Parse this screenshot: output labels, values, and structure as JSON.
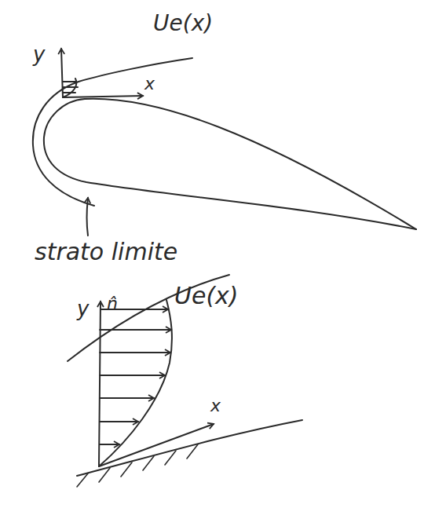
{
  "diagram": {
    "labels": [
      "Ue(x)",
      "y",
      "x",
      "strato limite",
      "y",
      "n̂",
      "Ue(x)",
      "x"
    ]
  }
}
